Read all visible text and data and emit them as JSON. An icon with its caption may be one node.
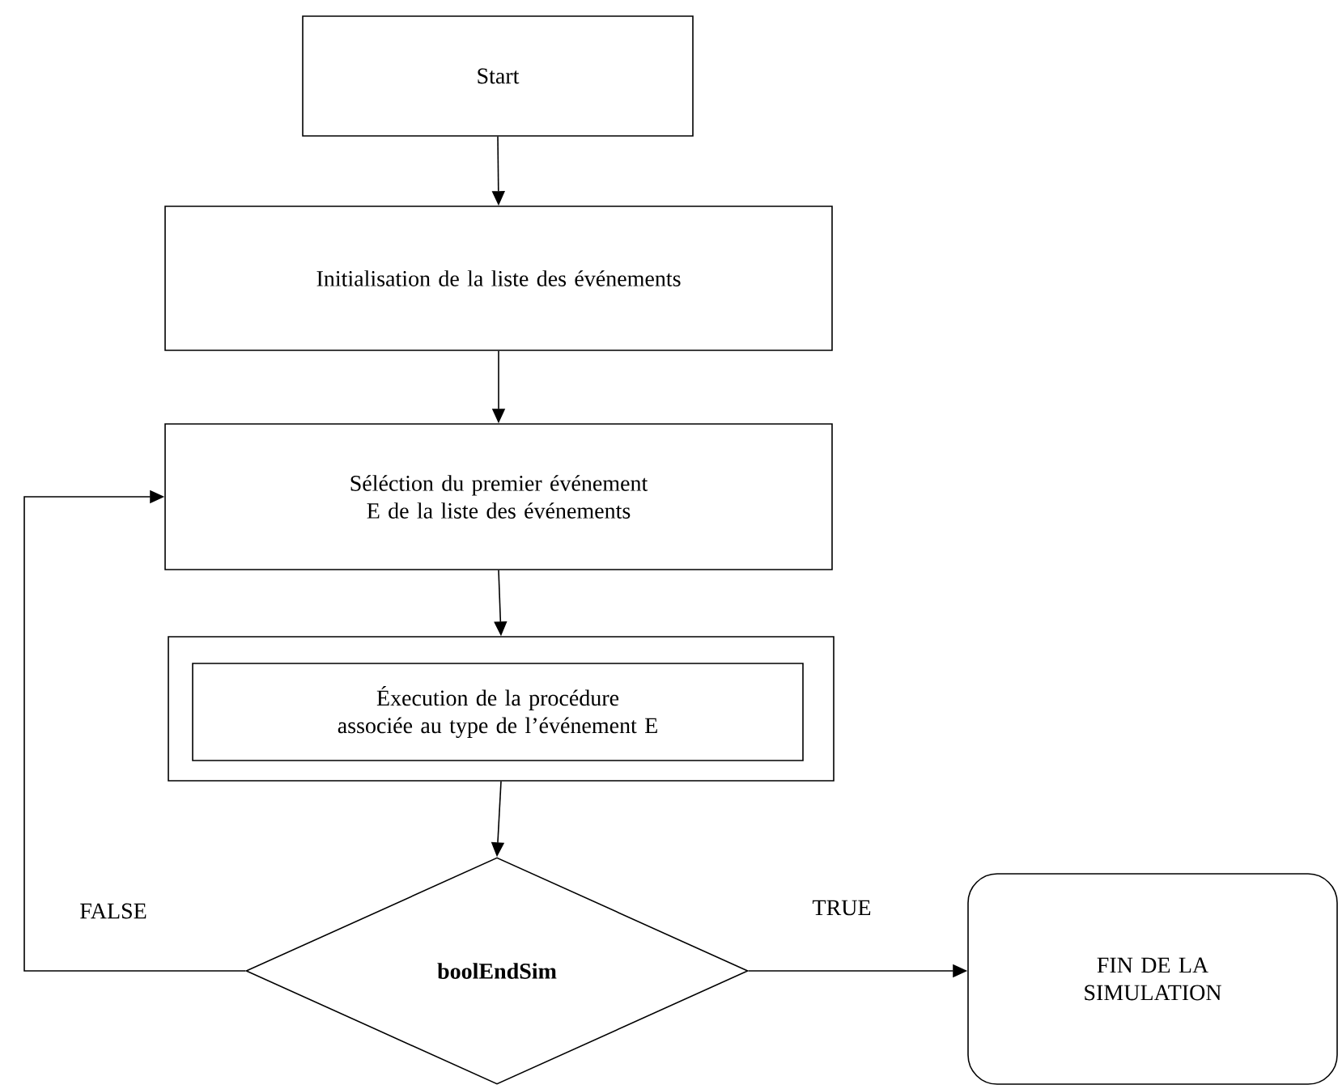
{
  "diagram": {
    "nodes": [
      {
        "text": [
          "Start"
        ]
      },
      {
        "text": [
          "Initialisation de la liste des événements"
        ]
      },
      {
        "text": [
          "Séléction du premier événement E de la liste des événements"
        ]
      },
      {
        "text": [],
        "shape": "box"
      },
      {
        "text": [
          "Éxecution de la procédure associée au type de l’événement E"
        ],
        "in": 3
      },
      {
        "text": [
          "boolEndSim"
        ]
      },
      {
        "text": [
          "FIN DE LA SIMULATION"
        ]
      }
    ],
    "edges": [
      {
        "from": 0,
        "to": 1,
        "arrow": "to"
      },
      {
        "from": 1,
        "to": 2,
        "arrow": "to"
      },
      {
        "from": 2,
        "to": 3,
        "arrow": "to"
      },
      {
        "from": 3,
        "to": 5,
        "arrow": "to"
      },
      {
        "from": 5,
        "to": 2,
        "arrow": "to",
        "label": "FALSE"
      },
      {
        "from": 5,
        "to": 6,
        "arrow": "to",
        "label": "TRUE"
      }
    ]
  }
}
